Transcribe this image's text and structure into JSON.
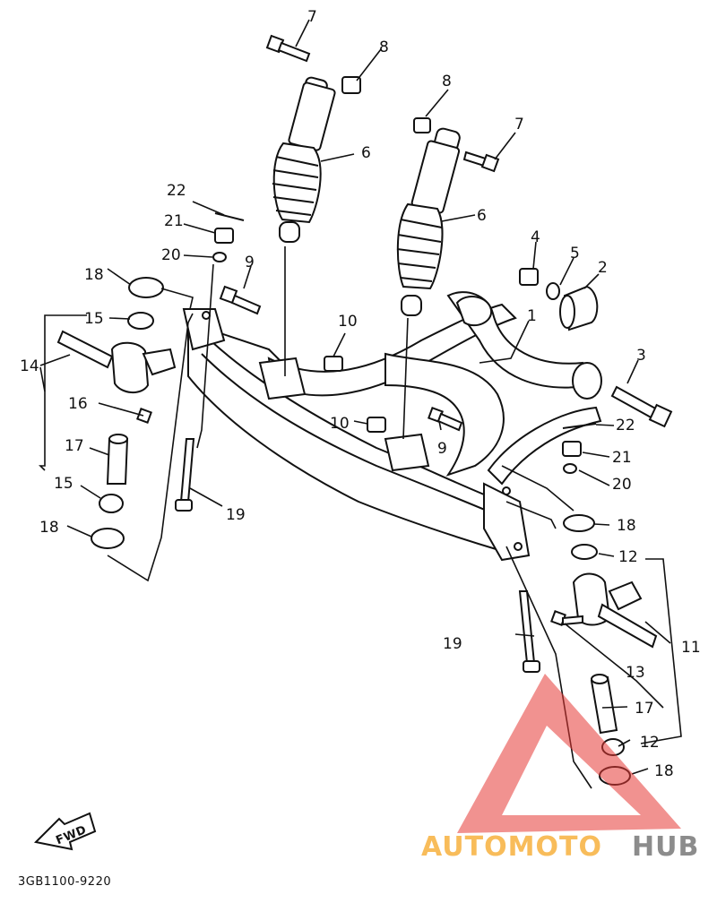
{
  "diagram": {
    "callouts": [
      {
        "id": "c7a",
        "text": "7"
      },
      {
        "id": "c8a",
        "text": "8"
      },
      {
        "id": "c8b",
        "text": "8"
      },
      {
        "id": "c7b",
        "text": "7"
      },
      {
        "id": "c6a",
        "text": "6"
      },
      {
        "id": "c6b",
        "text": "6"
      },
      {
        "id": "c22a",
        "text": "22"
      },
      {
        "id": "c21a",
        "text": "21"
      },
      {
        "id": "c20a",
        "text": "20"
      },
      {
        "id": "c9a",
        "text": "9"
      },
      {
        "id": "c4",
        "text": "4"
      },
      {
        "id": "c5",
        "text": "5"
      },
      {
        "id": "c2",
        "text": "2"
      },
      {
        "id": "c1",
        "text": "1"
      },
      {
        "id": "c3",
        "text": "3"
      },
      {
        "id": "c18a",
        "text": "18"
      },
      {
        "id": "c15a",
        "text": "15"
      },
      {
        "id": "c14",
        "text": "14"
      },
      {
        "id": "c16",
        "text": "16"
      },
      {
        "id": "c10a",
        "text": "10"
      },
      {
        "id": "c10b",
        "text": "10"
      },
      {
        "id": "c9b",
        "text": "9"
      },
      {
        "id": "c22b",
        "text": "22"
      },
      {
        "id": "c21b",
        "text": "21"
      },
      {
        "id": "c20b",
        "text": "20"
      },
      {
        "id": "c17a",
        "text": "17"
      },
      {
        "id": "c15b",
        "text": "15"
      },
      {
        "id": "c19a",
        "text": "19"
      },
      {
        "id": "c18b",
        "text": "18"
      },
      {
        "id": "c18c",
        "text": "18"
      },
      {
        "id": "c12a",
        "text": "12"
      },
      {
        "id": "c11",
        "text": "11"
      },
      {
        "id": "c19b",
        "text": "19"
      },
      {
        "id": "c13",
        "text": "13"
      },
      {
        "id": "c17b",
        "text": "17"
      },
      {
        "id": "c12b",
        "text": "12"
      },
      {
        "id": "c18d",
        "text": "18"
      }
    ],
    "fwd_label": "FWD",
    "drawing_code": "3GB1100-9220"
  },
  "watermark": {
    "part1": "AUTOMOTO",
    "part2": "HUB",
    "color1": "#f5a623",
    "color2": "#8c8c8c",
    "triangle_color": "#e53935"
  }
}
